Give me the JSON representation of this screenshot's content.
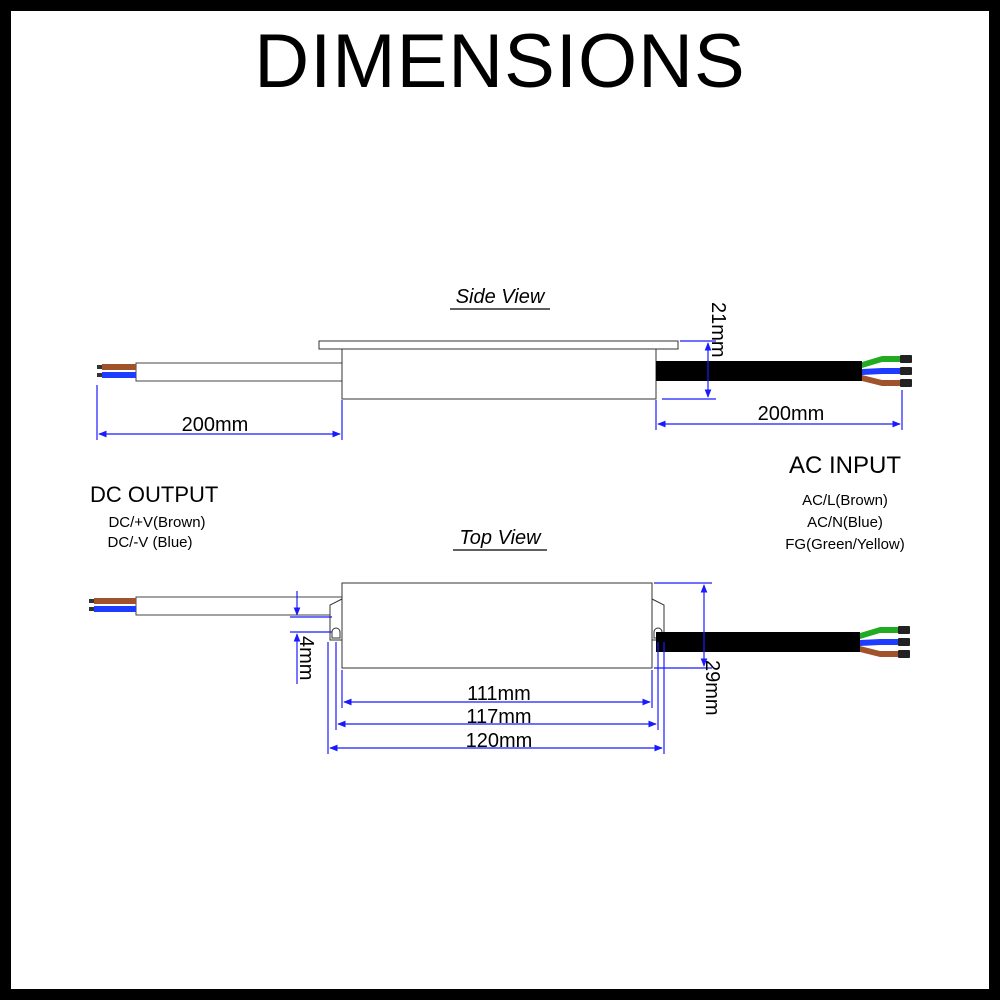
{
  "title": "DIMENSIONS",
  "side_view": {
    "label": "Side View",
    "left_cable_length": "200mm",
    "right_cable_length": "200mm",
    "height": "21mm"
  },
  "top_view": {
    "label": "Top View",
    "tab_width": "4mm",
    "width": "29mm",
    "body_length": "111mm",
    "mount_length": "117mm",
    "total_length": "120mm"
  },
  "dc_output": {
    "heading": "DC OUTPUT",
    "lines": [
      "DC/+V(Brown)",
      "DC/-V (Blue)"
    ]
  },
  "ac_input": {
    "heading": "AC INPUT",
    "lines": [
      "AC/L(Brown)",
      "AC/N(Blue)",
      "FG(Green/Yellow)"
    ]
  },
  "colors": {
    "dimension_line": "#1a1aff",
    "wire_brown": "#a0522d",
    "wire_blue": "#1e3cff",
    "wire_green": "#22aa22",
    "wire_yellow": "#e0c000",
    "cable_black": "#000000"
  }
}
